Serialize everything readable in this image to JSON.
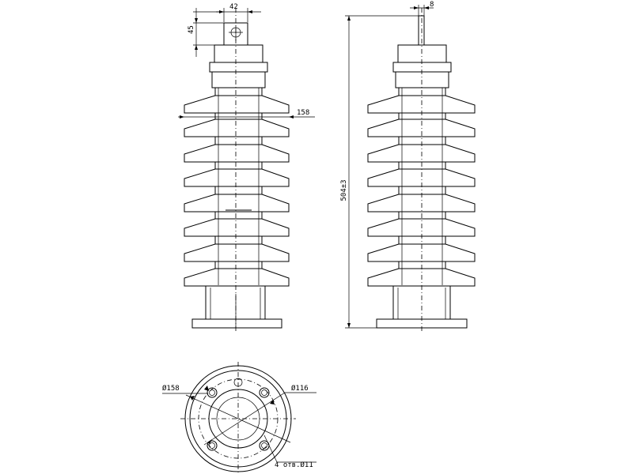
{
  "drawing": {
    "front_view": {
      "top_width_label": "42",
      "top_height_label": "45",
      "shed_diameter_label": "158"
    },
    "side_view": {
      "blade_thickness_label": "8",
      "total_height_label": "504±3"
    },
    "bottom_view": {
      "outer_diameter_label": "Ø158",
      "bolt_circle_label": "Ø116",
      "holes_label": "4 отв.Ø11"
    }
  }
}
